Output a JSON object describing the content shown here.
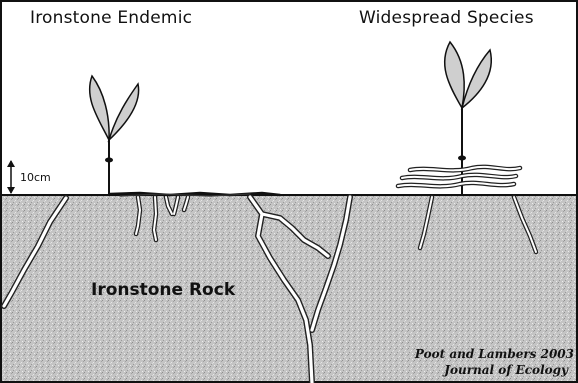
{
  "titles": {
    "left": "Ironstone Endemic",
    "right": "Widespread Species"
  },
  "scale": {
    "label": "10cm"
  },
  "rock": {
    "label": "Ironstone Rock"
  },
  "citation": {
    "line1": "Poot and Lambers 2003",
    "line2": "Journal of Ecology"
  },
  "colors": {
    "rock_fill": "#c4c4c4",
    "leaf_fill": "#cfcfcf",
    "line": "#111111"
  }
}
